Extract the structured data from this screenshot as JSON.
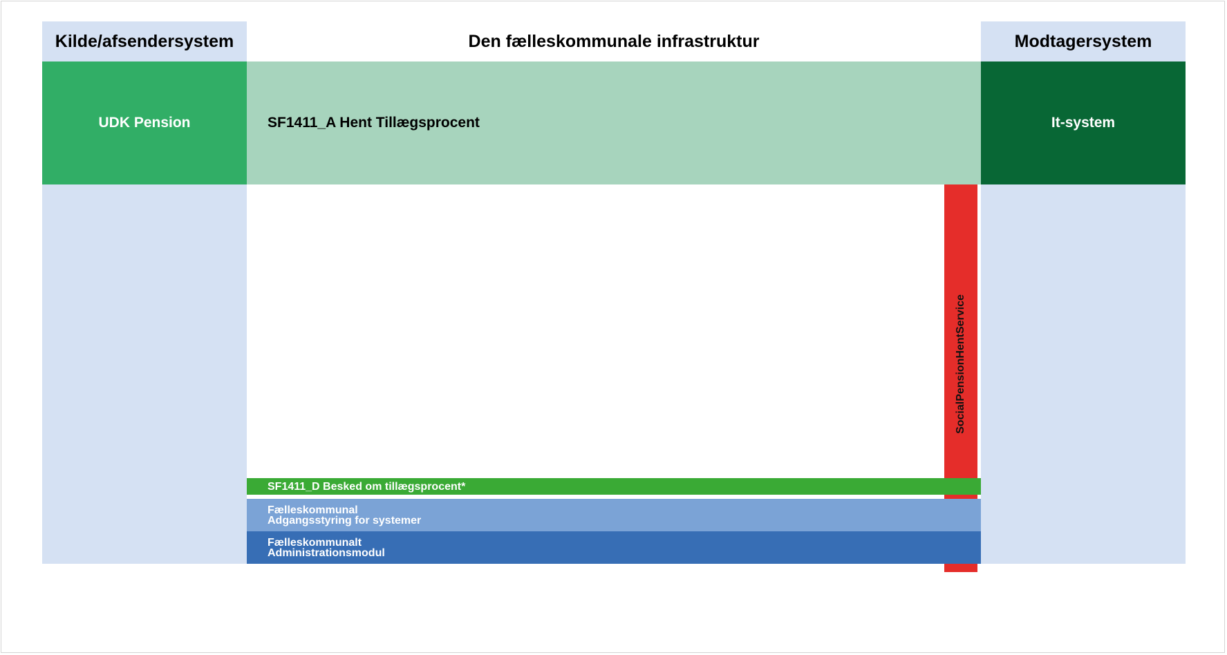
{
  "headers": {
    "source": "Kilde/afsendersystem",
    "infrastructure": "Den fælleskommunale infrastruktur",
    "receiver": "Modtagersystem"
  },
  "source_system": {
    "label": "UDK Pension"
  },
  "service": {
    "label": "SF1411_A Hent Tillægsprocent"
  },
  "receiver_system": {
    "label": "It-system"
  },
  "vertical_service": {
    "label": "SocialPensionHentService"
  },
  "bars": {
    "besked": "SF1411_D Besked om tillægsprocent*",
    "adgang_line1": "Fælleskommunal",
    "adgang_line2": "Adgangsstyring for systemer",
    "admin_line1": "Fælleskommunalt",
    "admin_line2": "Administrationsmodul"
  },
  "colors": {
    "light_blue_column": "#d5e1f3",
    "source_green": "#31ae66",
    "service_green": "#a7d4bd",
    "receiver_green": "#086735",
    "vertical_red": "#e52d2a",
    "besked_green": "#3aaa35",
    "adgang_blue": "#7ba3d6",
    "admin_blue": "#376eb5"
  }
}
